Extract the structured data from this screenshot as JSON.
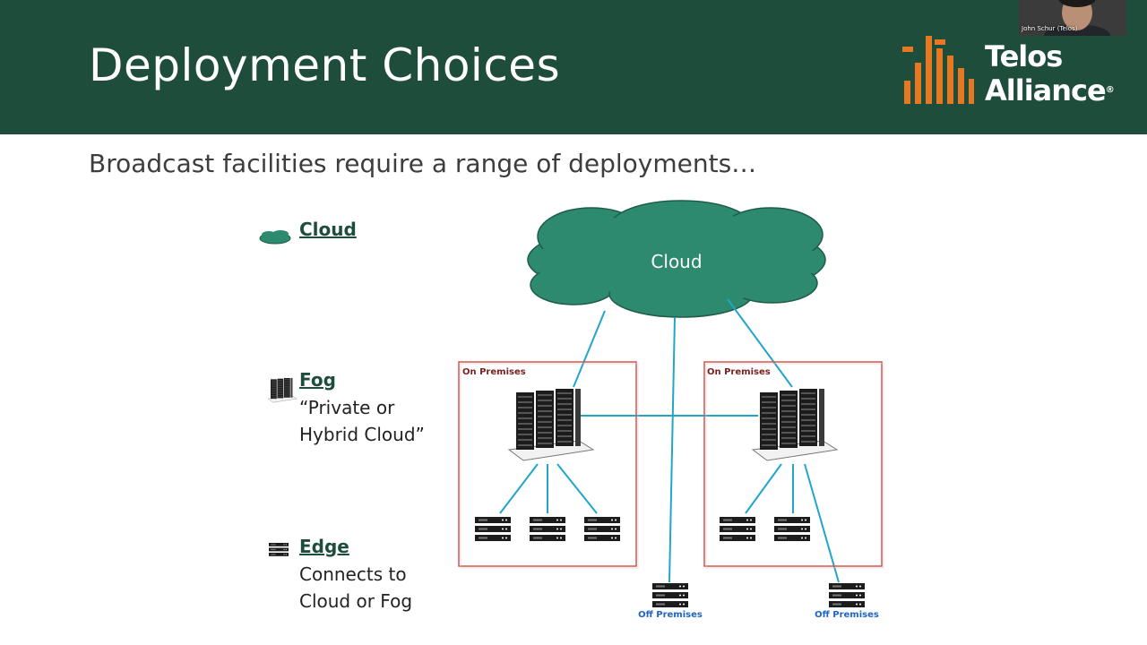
{
  "slide": {
    "title": "Deployment Choices",
    "subtitle": "Broadcast facilities require a range of deployments…"
  },
  "logo": {
    "line1": "Telos",
    "line2": "Alliance",
    "registered": "®",
    "bar_color": "#e87722"
  },
  "webcam": {
    "name": "John Schur (Telos)"
  },
  "legend": {
    "cloud": {
      "title": "Cloud"
    },
    "fog": {
      "title": "Fog",
      "desc_line1": "“Private or",
      "desc_line2": "Hybrid Cloud”"
    },
    "edge": {
      "title": "Edge",
      "desc_line1": "Connects to",
      "desc_line2": "Cloud or Fog"
    }
  },
  "diagram": {
    "cloud_label": "Cloud",
    "premises_left": "On Premises",
    "premises_right": "On Premises",
    "off_premises_left": "Off Premises",
    "off_premises_right": "Off Premises"
  },
  "colors": {
    "header_bg": "#1e4d3b",
    "cloud_fill": "#2e8a6e",
    "cloud_stroke": "#1e5c49",
    "link_line": "#21a6c9",
    "premises_border": "#d9534f",
    "premises_label": "#7a1f1f",
    "off_premises_label": "#1f66c2"
  },
  "icons": [
    "cloud-icon",
    "server-rack-icon",
    "edge-server-icon"
  ]
}
